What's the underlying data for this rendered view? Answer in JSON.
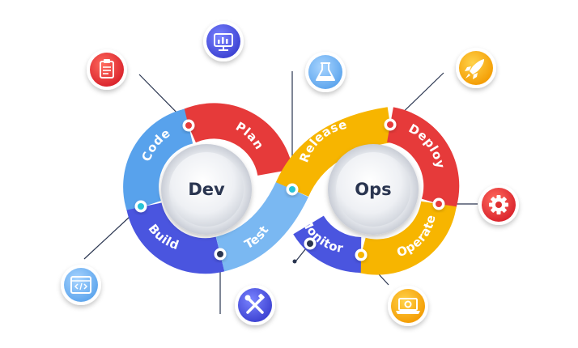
{
  "diagram": {
    "hubs": [
      {
        "id": "dev",
        "label": "Dev"
      },
      {
        "id": "ops",
        "label": "Ops"
      }
    ],
    "stages": [
      {
        "id": "plan",
        "label": "Plan",
        "color": "#e63a3a"
      },
      {
        "id": "code",
        "label": "Code",
        "color": "#58a2ec"
      },
      {
        "id": "build",
        "label": "Build",
        "color": "#4a55df"
      },
      {
        "id": "test",
        "label": "Test",
        "color": "#7ab8f2"
      },
      {
        "id": "release",
        "label": "Release",
        "color": "#f7b500"
      },
      {
        "id": "deploy",
        "label": "Deploy",
        "color": "#e63a3a"
      },
      {
        "id": "operate",
        "label": "Operate",
        "color": "#f7b500"
      },
      {
        "id": "monitor",
        "label": "Monitor",
        "color": "#4a55df"
      }
    ],
    "icons": [
      {
        "id": "clipboard",
        "name": "clipboard-icon",
        "color": "#e63a3a"
      },
      {
        "id": "monitor-chart",
        "name": "monitor-chart-icon",
        "color": "#4a55df"
      },
      {
        "id": "flask",
        "name": "flask-icon",
        "color": "#7ab8f2"
      },
      {
        "id": "rocket",
        "name": "rocket-icon",
        "color": "#f7b500"
      },
      {
        "id": "gear",
        "name": "gear-icon",
        "color": "#e63a3a"
      },
      {
        "id": "laptop-gear",
        "name": "laptop-gear-icon",
        "color": "#f7b500"
      },
      {
        "id": "tools",
        "name": "tools-icon",
        "color": "#4a55df"
      },
      {
        "id": "code-doc",
        "name": "code-document-icon",
        "color": "#7ab8f2"
      }
    ]
  }
}
